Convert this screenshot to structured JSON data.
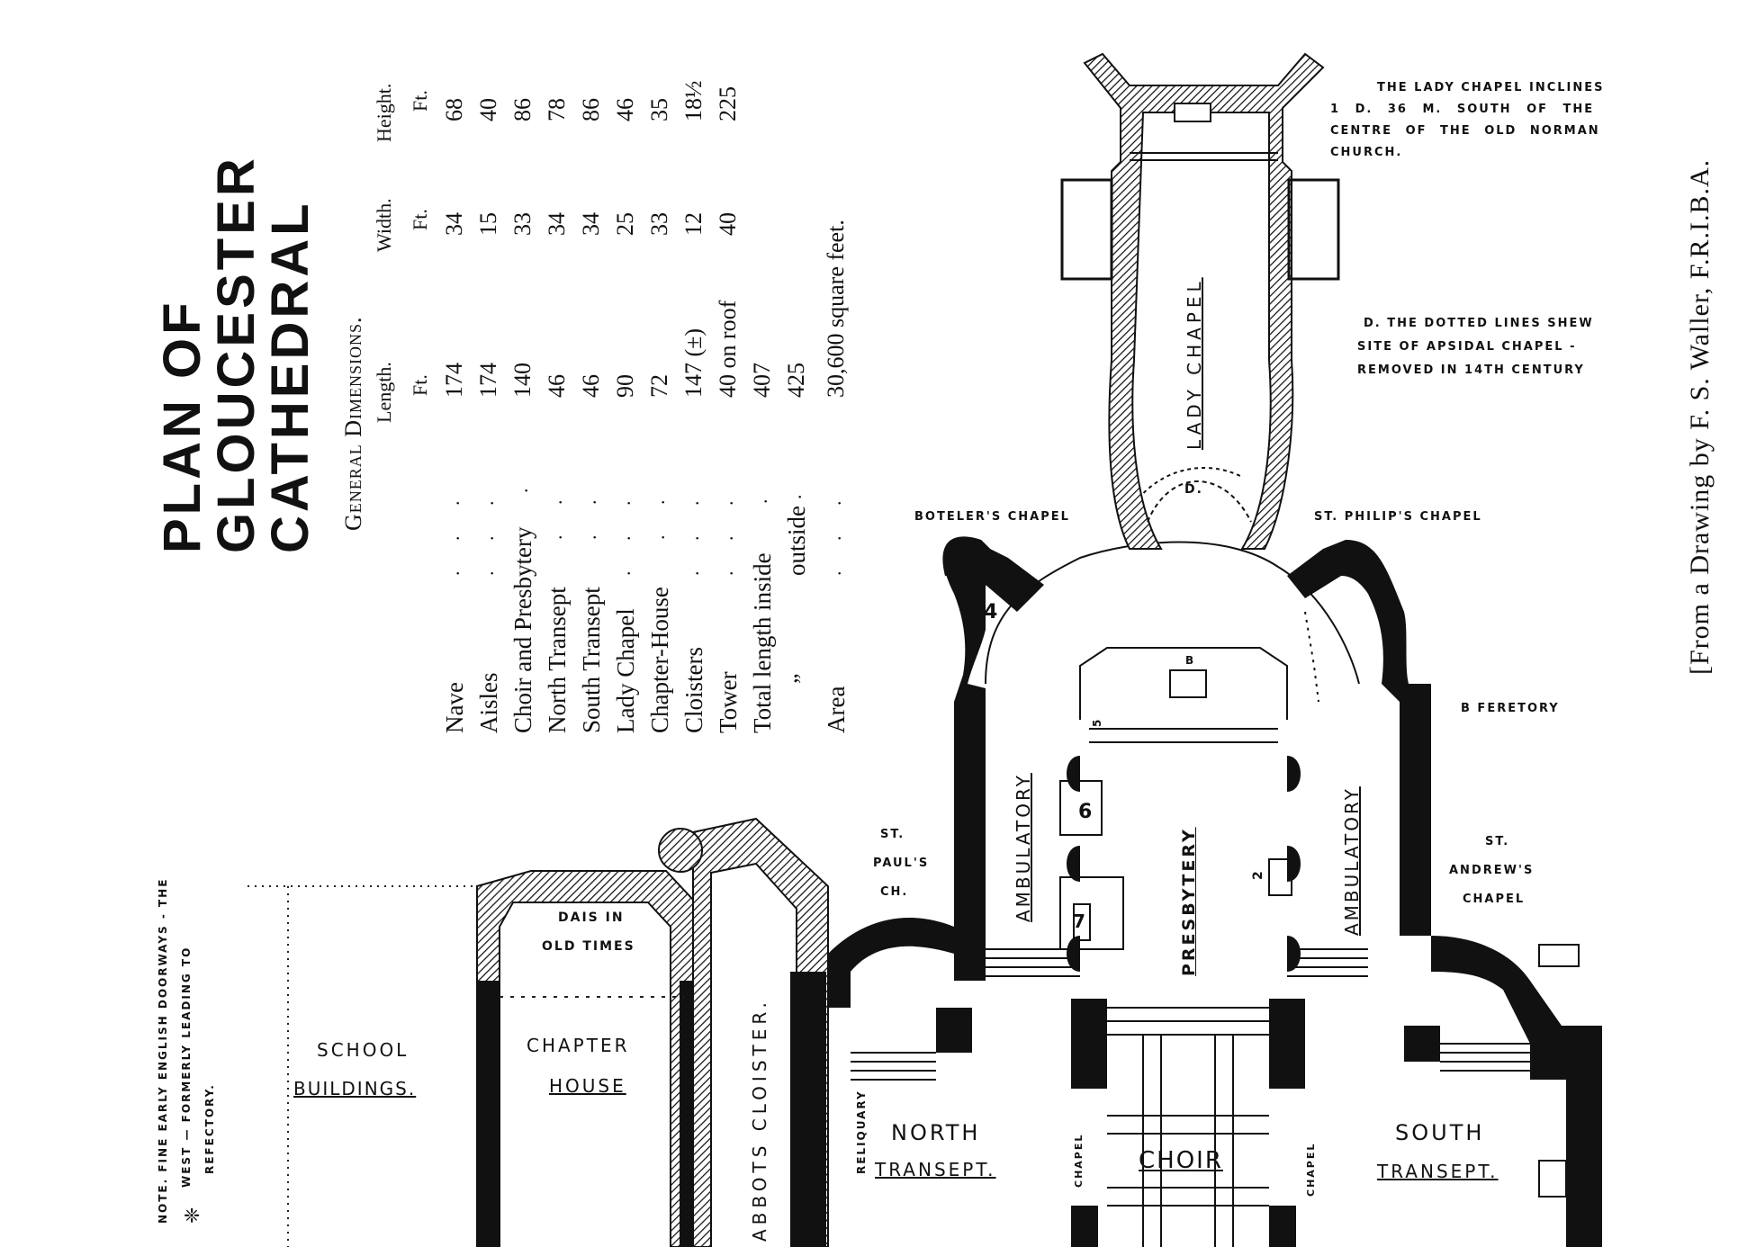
{
  "title": {
    "line1": "PLAN OF",
    "line2": "GLOUCESTER",
    "line3": "CATHEDRAL"
  },
  "dimensions": {
    "heading": "General Dimensions.",
    "columns": {
      "length": "Length.",
      "width": "Width.",
      "height": "Height."
    },
    "units": {
      "length": "Ft.",
      "width": "Ft.",
      "height": "Ft."
    },
    "rows": [
      {
        "name": "Nave",
        "leader": ". . .",
        "length": "174",
        "width": "34",
        "height": "68"
      },
      {
        "name": "Aisles",
        "leader": ". . .",
        "length": "174",
        "width": "15",
        "height": "40"
      },
      {
        "name": "Choir and Presbytery",
        "leader": ".",
        "length": "140",
        "width": "33",
        "height": "86"
      },
      {
        "name": "North Transept",
        "leader": ". .",
        "length": "46",
        "width": "34",
        "height": "78"
      },
      {
        "name": "South Transept",
        "leader": ". .",
        "length": "46",
        "width": "34",
        "height": "86"
      },
      {
        "name": "Lady Chapel",
        "leader": ". . .",
        "length": "90",
        "width": "25",
        "height": "46"
      },
      {
        "name": "Chapter-House",
        "leader": ". .",
        "length": "72",
        "width": "33",
        "height": "35"
      },
      {
        "name": "Cloisters",
        "leader": ". . .",
        "length": "147 (±)",
        "width": "12",
        "height": "18½"
      },
      {
        "name": "Tower",
        "leader": ". . .",
        "length": "40 on roof",
        "width": "40",
        "height": "225"
      },
      {
        "name": "Total length inside",
        "leader": ".",
        "length": "407",
        "width": "",
        "height": ""
      },
      {
        "name": "„",
        "name2": "outside",
        "leader": ".",
        "length": "425",
        "width": "",
        "height": ""
      },
      {
        "name": "Area",
        "leader": ". . .",
        "length": "30,600 square feet.",
        "width": "",
        "height": ""
      }
    ]
  },
  "note": {
    "line1": "NOTE. FINE EARLY ENGLISH DOORWAYS - THE",
    "line2": "WEST — FORMERLY LEADING TO",
    "line3": "REFECTORY.",
    "symbol": "❈"
  },
  "credit": "[From a Drawing by F. S. Waller, F.R.I.B.A.",
  "lady_chapel_note": {
    "line1": "THE LADY CHAPEL INCLINES",
    "line2": "1 D. 36 M. SOUTH OF THE",
    "line3": "CENTRE OF THE OLD NORMAN",
    "line4": "CHURCH."
  },
  "dotted_note": {
    "line1": "D. THE DOTTED LINES SHEW",
    "line2": "SITE OF APSIDAL CHAPEL -",
    "line3": "REMOVED IN 14TH CENTURY"
  },
  "plan_labels": {
    "lady_chapel": "LADY CHAPEL",
    "d_mark": "D.",
    "botelers_chapel": "BOTELER'S CHAPEL",
    "st_philips_chapel": "ST. PHILIP'S CHAPEL",
    "b_feretory": "B  FERETORY",
    "b_mark": "B",
    "ambulatory_north": "AMBULATORY",
    "ambulatory_south": "AMBULATORY",
    "presbytery": "PRESBYTERY",
    "st_pauls_1": "ST.",
    "st_pauls_2": "PAUL'S",
    "st_pauls_3": "CH.",
    "st_andrews_1": "ST.",
    "st_andrews_2": "ANDREW'S",
    "st_andrews_3": "CHAPEL",
    "dais_1": "DAIS IN",
    "dais_2": "OLD TIMES",
    "chapter_1": "CHAPTER",
    "chapter_2": "HOUSE",
    "school_1": "SCHOOL",
    "school_2": "BUILDINGS.",
    "abbots_cloister": "ABBOTS CLOISTER.",
    "reliquary": "RELIQUARY",
    "north_1": "NORTH",
    "north_2": "TRANSEPT.",
    "south_1": "SOUTH",
    "south_2": "TRANSEPT.",
    "choir": "CHOIR",
    "chapel_n": "CHAPEL",
    "chapel_s": "CHAPEL",
    "num_4": "4",
    "num_6": "6",
    "num_7": "7",
    "num_5": "5",
    "num_2": "2"
  }
}
